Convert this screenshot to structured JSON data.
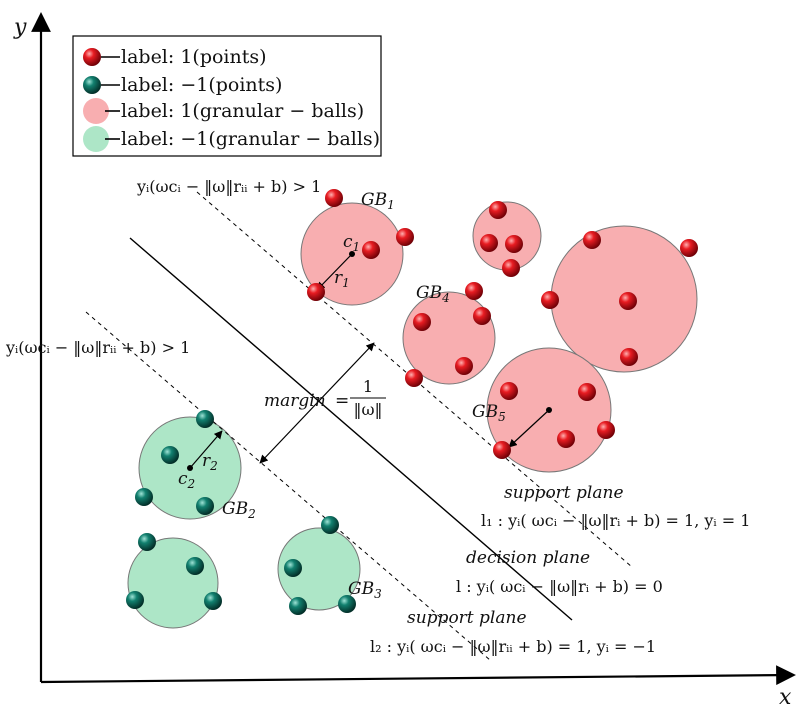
{
  "axes": {
    "x_label": "x",
    "y_label": "y"
  },
  "legend": {
    "items": [
      {
        "kind": "red-point",
        "text": "label: 1(points)"
      },
      {
        "kind": "teal-point",
        "text": "label: −1(points)"
      },
      {
        "kind": "pink-ball",
        "text": "label: 1(granular − balls)"
      },
      {
        "kind": "green-ball",
        "text": "label: −1(granular − balls)"
      }
    ]
  },
  "colors": {
    "red_point": "#d9121c",
    "teal_point": "#0f6f63",
    "pink_ball": "#f8aeb0",
    "green_ball": "#ade6c7",
    "ball_stroke": "#777777"
  },
  "balls": [
    {
      "name": "GB",
      "sub": "1",
      "center": "c",
      "center_sub": "1",
      "radius": "r",
      "radius_sub": "1"
    },
    {
      "name": "GB",
      "sub": "2",
      "center": "c",
      "center_sub": "2",
      "radius": "r",
      "radius_sub": "2"
    },
    {
      "name": "GB",
      "sub": "3"
    },
    {
      "name": "GB",
      "sub": "4"
    },
    {
      "name": "GB",
      "sub": "5"
    }
  ],
  "margin": {
    "word": "margin",
    "equals": "=",
    "numerator": "1",
    "denominator": "‖ω‖"
  },
  "constraints": {
    "upper": "yᵢ(ωcᵢ − ‖ω‖rᵢᵢ + b)  > 1",
    "lower": "yᵢ(ωcᵢ − ‖ω‖rᵢᵢ + b)  > 1"
  },
  "planes": {
    "support_upper_title": "support plane",
    "support_upper_eq": "l₁ : yᵢ( ωcᵢ − ‖ω‖rᵢ + b)  = 1, yᵢ = 1",
    "decision_title": "decision plane",
    "decision_eq": "l : yᵢ( ωcᵢ − ‖ω‖rᵢ + b)  = 0",
    "support_lower_title": "support plane",
    "support_lower_eq": "l₂ : yᵢ( ωcᵢ − ‖ω‖rᵢᵢ + b)  = 1, yᵢ = −1"
  }
}
